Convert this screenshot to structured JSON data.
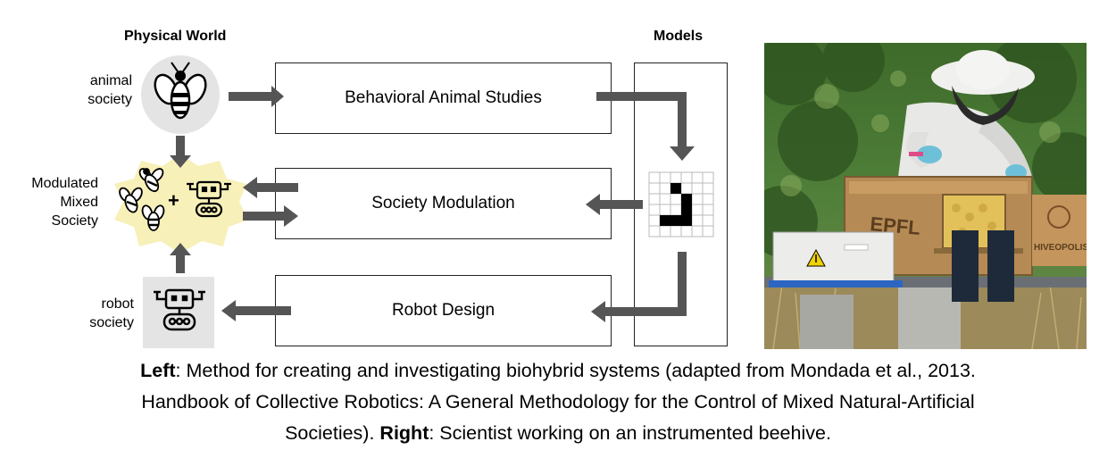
{
  "diagram": {
    "physical_world_title": "Physical World",
    "models_title": "Models",
    "animal_society_label": [
      "animal",
      "society"
    ],
    "mixed_society_label": [
      "Modulated",
      "Mixed",
      "Society"
    ],
    "robot_society_label": [
      "robot",
      "society"
    ],
    "plus_sign": "+",
    "boxes": {
      "behavioral": "Behavioral Animal Studies",
      "modulation": "Society Modulation",
      "robot_design": "Robot Design"
    },
    "colors": {
      "arrow": "#555555",
      "burst": "#f7f0b8",
      "icon_bg": "#e4e4e4"
    }
  },
  "photo": {
    "box_logo": "EPFL",
    "hive_logo": "HIVEOPOLIS"
  },
  "caption": {
    "left_bold": "Left",
    "left_text": ": Method for creating and investigating biohybrid systems (adapted from Mondada et al., 2013.",
    "line2": "Handbook of Collective Robotics: A General Methodology for the Control of Mixed Natural-Artificial",
    "line3_start": "Societies). ",
    "right_bold": "Right",
    "right_text": ": Scientist working on an instrumented beehive."
  }
}
